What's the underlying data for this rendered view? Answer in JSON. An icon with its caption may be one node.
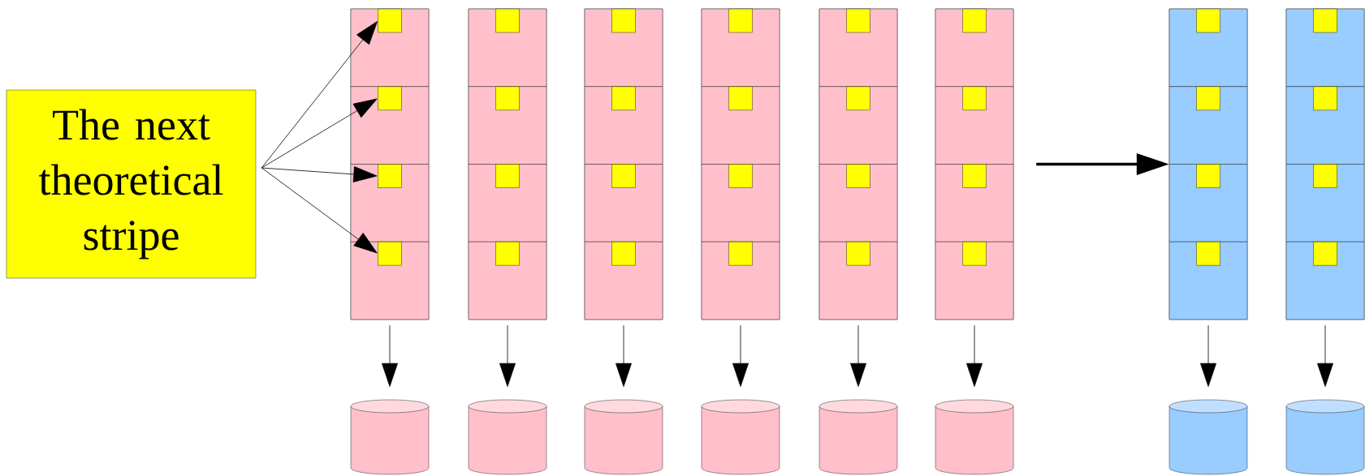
{
  "diagram": {
    "nodes": [
      {
        "text": [
          "The next theoretical stripe"
        ]
      },
      {
        "text": [],
        "shape": "box"
      },
      {
        "text": [],
        "shape": "box",
        "in": 1
      },
      {
        "text": [],
        "shape": "box",
        "in": 2
      },
      {
        "text": [],
        "shape": "box",
        "in": 1
      },
      {
        "text": [],
        "shape": "box",
        "in": 4
      },
      {
        "text": [],
        "shape": "box",
        "in": 1
      },
      {
        "text": [],
        "shape": "box",
        "in": 6
      },
      {
        "text": [],
        "shape": "box",
        "in": 1
      },
      {
        "text": [],
        "shape": "box",
        "in": 8
      },
      {
        "text": [],
        "shape": "box"
      },
      {
        "text": [],
        "shape": "box",
        "in": 10
      },
      {
        "text": [],
        "shape": "box",
        "in": 11
      },
      {
        "text": [],
        "shape": "box",
        "in": 10
      },
      {
        "text": [],
        "shape": "box",
        "in": 13
      },
      {
        "text": [],
        "shape": "box",
        "in": 10
      },
      {
        "text": [],
        "shape": "box",
        "in": 15
      },
      {
        "text": [],
        "shape": "box",
        "in": 10
      },
      {
        "text": [],
        "shape": "box",
        "in": 17
      },
      {
        "text": [],
        "shape": "box"
      },
      {
        "text": [],
        "shape": "box",
        "in": 19
      },
      {
        "text": [],
        "shape": "box",
        "in": 20
      },
      {
        "text": [],
        "shape": "box",
        "in": 19
      },
      {
        "text": [],
        "shape": "box",
        "in": 22
      },
      {
        "text": [],
        "shape": "box",
        "in": 19
      },
      {
        "text": [],
        "shape": "box",
        "in": 24
      },
      {
        "text": [],
        "shape": "box",
        "in": 19
      },
      {
        "text": [],
        "shape": "box",
        "in": 26
      },
      {
        "text": [],
        "shape": "box"
      },
      {
        "text": [],
        "shape": "box",
        "in": 28
      },
      {
        "text": [],
        "shape": "box",
        "in": 29
      },
      {
        "text": [],
        "shape": "box",
        "in": 28
      },
      {
        "text": [],
        "shape": "box",
        "in": 31
      },
      {
        "text": [],
        "shape": "box",
        "in": 28
      },
      {
        "text": [],
        "shape": "box",
        "in": 33
      },
      {
        "text": [],
        "shape": "box",
        "in": 28
      },
      {
        "text": [],
        "shape": "box",
        "in": 35
      },
      {
        "text": [],
        "shape": "box"
      },
      {
        "text": [],
        "shape": "box",
        "in": 37
      },
      {
        "text": [],
        "shape": "box",
        "in": 38
      },
      {
        "text": [],
        "shape": "box",
        "in": 37
      },
      {
        "text": [],
        "shape": "box",
        "in": 40
      },
      {
        "text": [],
        "shape": "box",
        "in": 37
      },
      {
        "text": [],
        "shape": "box",
        "in": 42
      },
      {
        "text": [],
        "shape": "box",
        "in": 37
      },
      {
        "text": [],
        "shape": "box",
        "in": 44
      },
      {
        "text": [],
        "shape": "box"
      },
      {
        "text": [],
        "shape": "box",
        "in": 46
      },
      {
        "text": [],
        "shape": "box",
        "in": 47
      },
      {
        "text": [],
        "shape": "box",
        "in": 46
      },
      {
        "text": [],
        "shape": "box",
        "in": 49
      },
      {
        "text": [],
        "shape": "box",
        "in": 46
      },
      {
        "text": [],
        "shape": "box",
        "in": 51
      },
      {
        "text": [],
        "shape": "box",
        "in": 46
      },
      {
        "text": [],
        "shape": "box",
        "in": 53
      },
      {
        "text": [],
        "shape": "box"
      },
      {
        "text": [],
        "shape": "box",
        "in": 55
      },
      {
        "text": [],
        "shape": "box",
        "in": 56
      },
      {
        "text": [],
        "shape": "box",
        "in": 55
      },
      {
        "text": [],
        "shape": "box",
        "in": 58
      },
      {
        "text": [],
        "shape": "box",
        "in": 55
      },
      {
        "text": [],
        "shape": "box",
        "in": 60
      },
      {
        "text": [],
        "shape": "box",
        "in": 55
      },
      {
        "text": [],
        "shape": "box",
        "in": 62
      },
      {
        "text": [],
        "shape": "box"
      },
      {
        "text": [],
        "shape": "box",
        "in": 64
      },
      {
        "text": [],
        "shape": "box",
        "in": 65
      },
      {
        "text": [],
        "shape": "box",
        "in": 64
      },
      {
        "text": [],
        "shape": "box",
        "in": 67
      },
      {
        "text": [],
        "shape": "box",
        "in": 64
      },
      {
        "text": [],
        "shape": "box",
        "in": 69
      },
      {
        "text": [],
        "shape": "box",
        "in": 64
      },
      {
        "text": [],
        "shape": "box",
        "in": 71
      },
      {
        "text": [],
        "shape": "cylinder"
      },
      {
        "text": [],
        "shape": "cylinder"
      },
      {
        "text": [],
        "shape": "cylinder"
      },
      {
        "text": [],
        "shape": "cylinder"
      },
      {
        "text": [],
        "shape": "cylinder"
      },
      {
        "text": [],
        "shape": "cylinder"
      },
      {
        "text": [],
        "shape": "cylinder"
      },
      {
        "text": [],
        "shape": "cylinder"
      }
    ],
    "edges": [
      {
        "from": 0,
        "to": 3,
        "arrow": "to"
      },
      {
        "from": 0,
        "to": 5,
        "arrow": "to"
      },
      {
        "from": 0,
        "to": 7,
        "arrow": "to"
      },
      {
        "from": 0,
        "to": 9,
        "arrow": "to"
      },
      {
        "from": 46,
        "to": 55,
        "arrow": "to",
        "style": "thick"
      },
      {
        "from": 1,
        "to": 73,
        "arrow": "to"
      },
      {
        "from": 10,
        "to": 74,
        "arrow": "to"
      },
      {
        "from": 19,
        "to": 75,
        "arrow": "to"
      },
      {
        "from": 28,
        "to": 76,
        "arrow": "to"
      },
      {
        "from": 37,
        "to": 77,
        "arrow": "to"
      },
      {
        "from": 46,
        "to": 78,
        "arrow": "to"
      },
      {
        "from": 55,
        "to": 79,
        "arrow": "to"
      },
      {
        "from": 64,
        "to": 80,
        "arrow": "to"
      }
    ]
  }
}
